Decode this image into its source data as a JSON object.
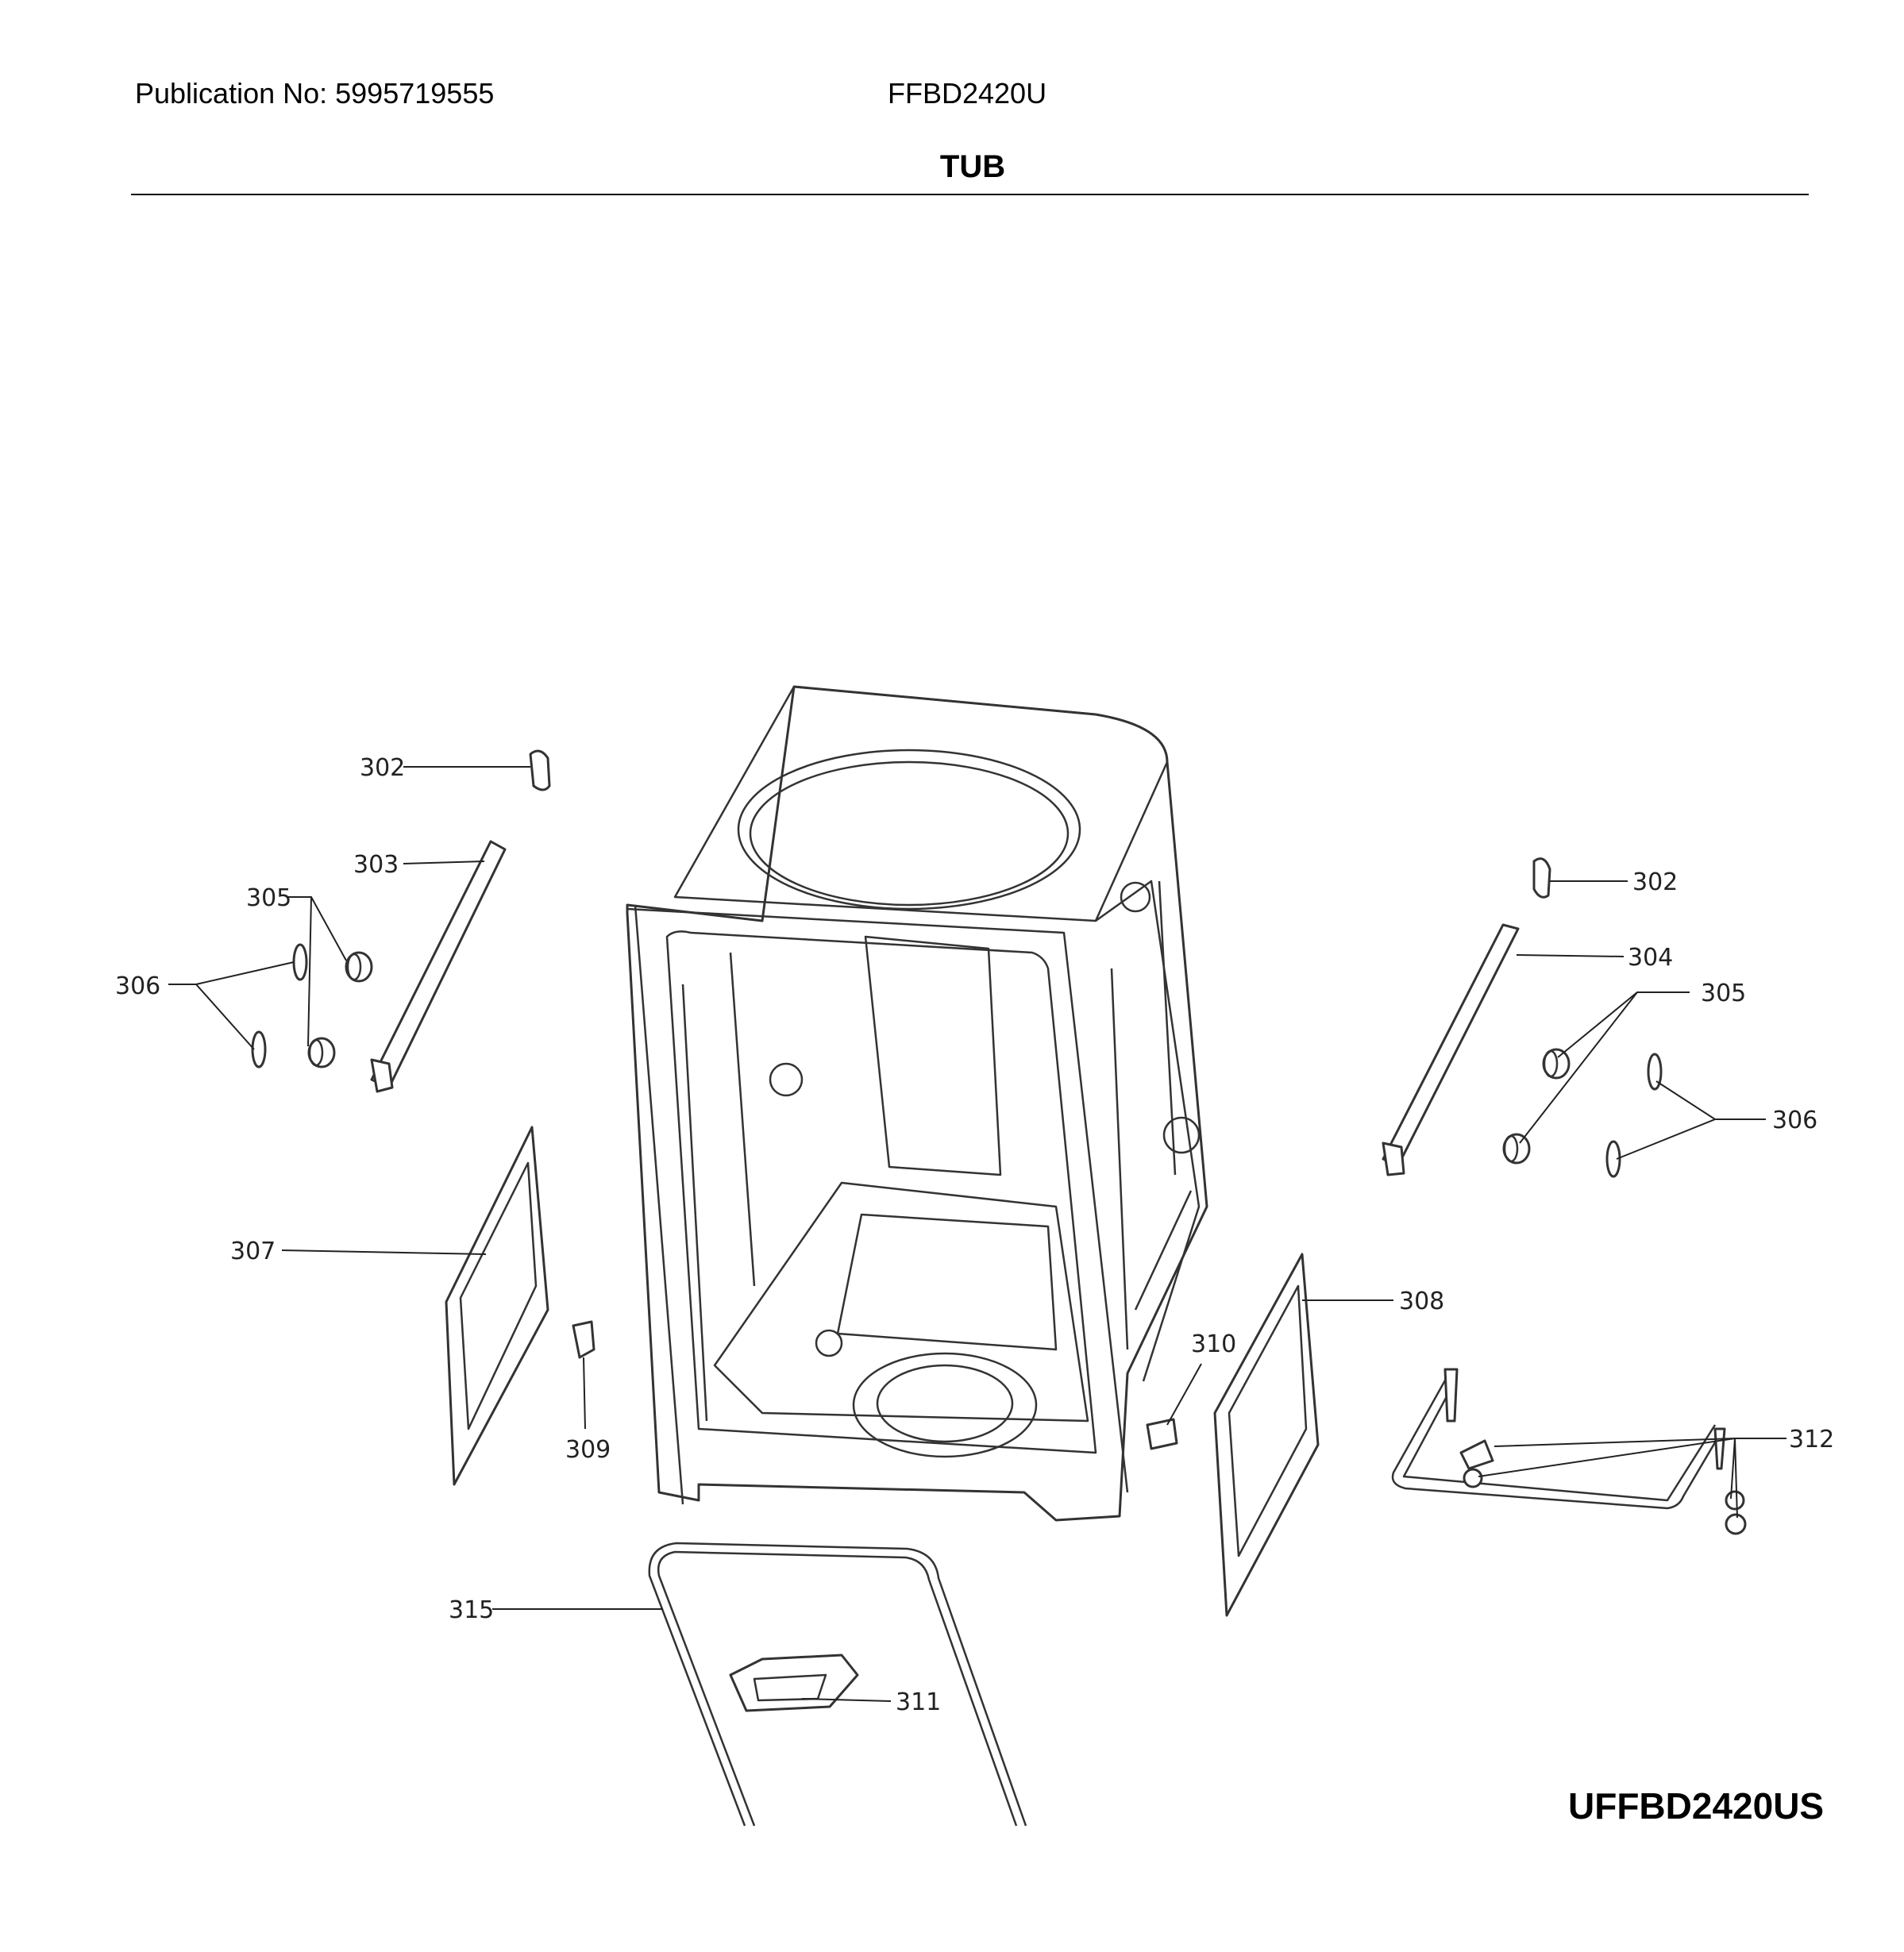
{
  "header": {
    "publication": "Publication No: 5995719555",
    "model": "FFBD2420U",
    "section_title": "TUB"
  },
  "footer": {
    "diagram_code": "UFFBD2420US"
  },
  "callouts": [
    {
      "id": "302a",
      "text": "302"
    },
    {
      "id": "303",
      "text": "303"
    },
    {
      "id": "305a",
      "text": "305"
    },
    {
      "id": "306a",
      "text": "306"
    },
    {
      "id": "302b",
      "text": "302"
    },
    {
      "id": "304",
      "text": "304"
    },
    {
      "id": "305b",
      "text": "305"
    },
    {
      "id": "306b",
      "text": "306"
    },
    {
      "id": "307",
      "text": "307"
    },
    {
      "id": "308",
      "text": "308"
    },
    {
      "id": "309",
      "text": "309"
    },
    {
      "id": "310",
      "text": "310"
    },
    {
      "id": "312",
      "text": "312"
    },
    {
      "id": "315",
      "text": "315"
    },
    {
      "id": "311",
      "text": "311"
    }
  ]
}
